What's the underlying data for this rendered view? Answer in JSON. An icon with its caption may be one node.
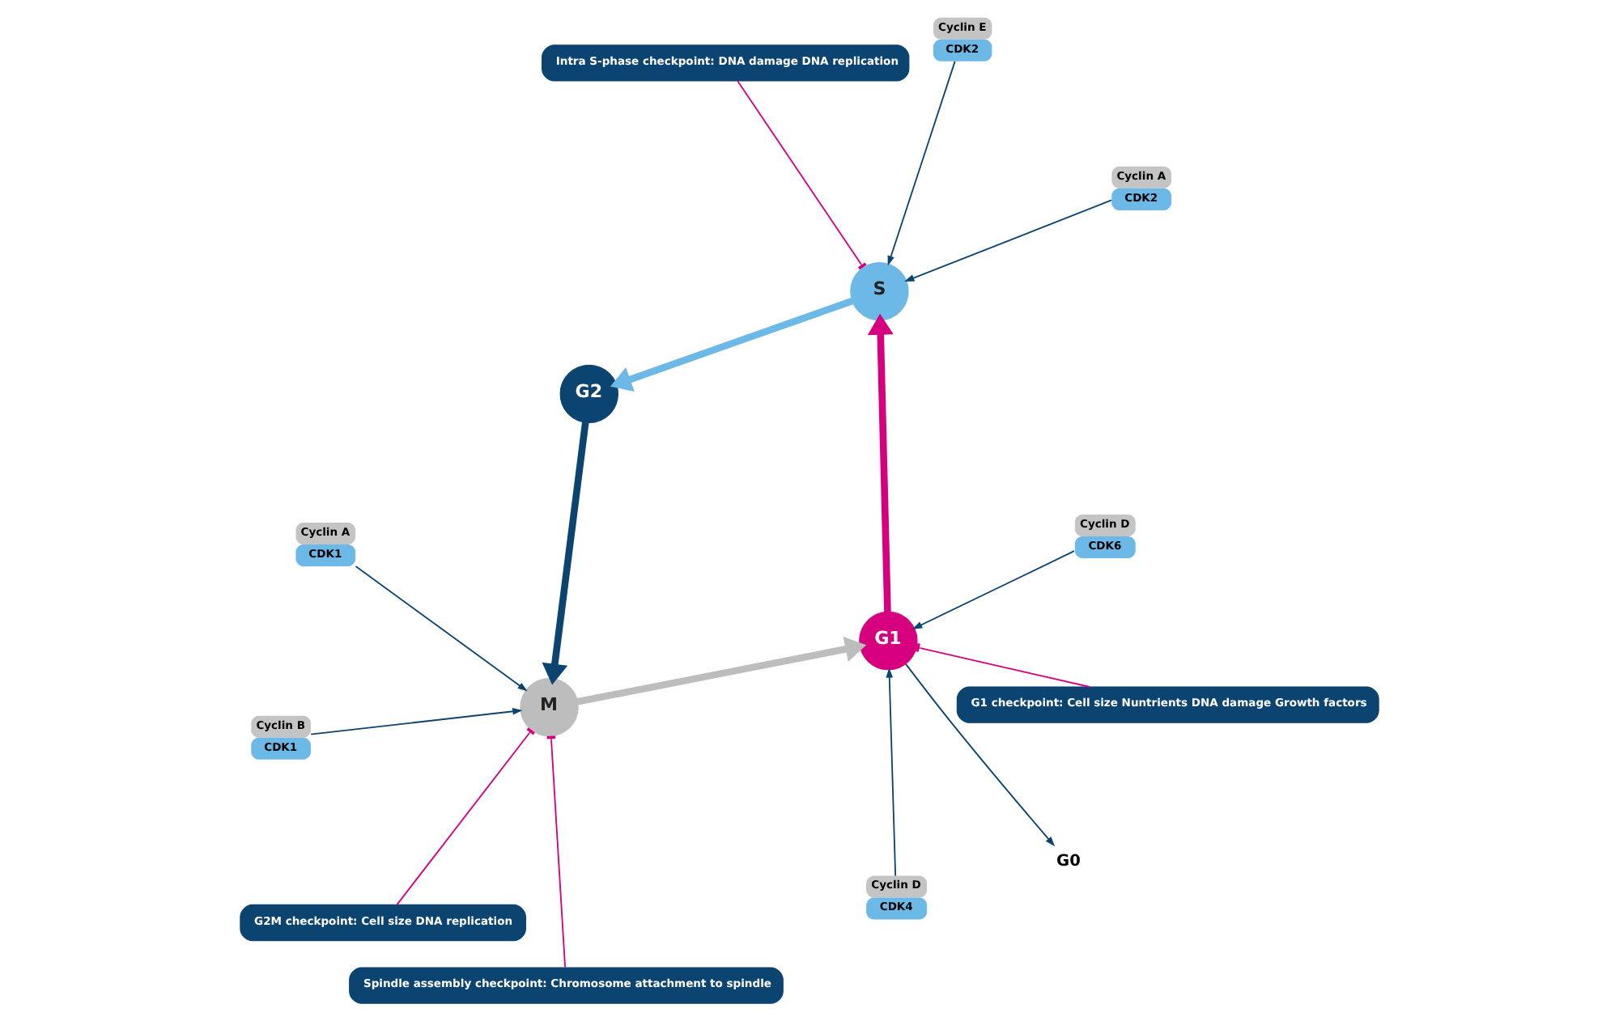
{
  "diagram": {
    "nodes": [
      {
        "text": [
          "Cyclin B",
          "CDK1"
        ]
      },
      {
        "text": [
          "Spindle assembly checkpoint: Chromosome attachment to spindle"
        ]
      },
      {
        "text": [
          "G2M checkpoint: Cell size DNA replication"
        ]
      },
      {
        "text": [
          "Cyclin D",
          "CDK6"
        ]
      },
      {
        "text": [
          "M"
        ]
      },
      {
        "text": [
          "Cyclin A",
          "CDK1"
        ]
      },
      {
        "text": [
          "G2"
        ]
      },
      {
        "text": [
          "G1 checkpoint: Cell size Nuntrients DNA damage Growth factors"
        ]
      },
      {
        "text": [
          "G1"
        ]
      },
      {
        "text": [
          "G0"
        ]
      },
      {
        "text": [
          "Cyclin D",
          "CDK4"
        ]
      },
      {
        "text": [
          "S"
        ]
      },
      {
        "text": [
          "Cyclin A",
          "CDK2"
        ]
      },
      {
        "text": [
          "Cyclin E",
          "CDK2"
        ]
      },
      {
        "text": [
          "Intra S-phase checkpoint: DNA damage DNA replication"
        ]
      }
    ],
    "edges": [
      {
        "from": 6,
        "to": 4,
        "arrow": "to",
        "style": "thick"
      },
      {
        "from": 4,
        "to": 8,
        "arrow": "to",
        "style": "thick",
        "color": "#bdbdbd"
      },
      {
        "from": 8,
        "to": 11,
        "arrow": "to",
        "style": "thick",
        "color": "#d6007e"
      },
      {
        "from": 11,
        "to": 6,
        "arrow": "to",
        "style": "thick",
        "color": "#6cb8e6"
      },
      {
        "from": 8,
        "to": 9,
        "arrow": "to"
      },
      {
        "from": 0,
        "to": 4,
        "arrow": "to"
      },
      {
        "from": 1,
        "to": 4,
        "arrow": "other",
        "color": "#d6007e"
      },
      {
        "from": 2,
        "to": 4,
        "arrow": "other",
        "color": "#d6007e"
      },
      {
        "from": 5,
        "to": 4,
        "arrow": "to"
      },
      {
        "from": 3,
        "to": 8,
        "arrow": "to"
      },
      {
        "from": 7,
        "to": 8,
        "arrow": "other",
        "color": "#d6007e"
      },
      {
        "from": 10,
        "to": 8,
        "arrow": "to"
      },
      {
        "from": 13,
        "to": 11,
        "arrow": "to"
      },
      {
        "from": 14,
        "to": 11,
        "arrow": "other",
        "color": "#d6007e"
      },
      {
        "from": 12,
        "to": 11,
        "arrow": "to"
      }
    ]
  }
}
